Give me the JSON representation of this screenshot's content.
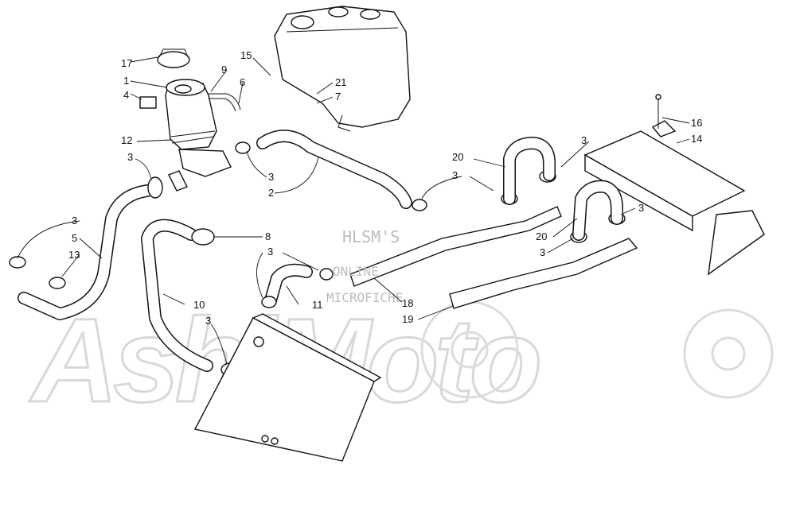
{
  "diagram": {
    "callout_numbers": [
      "1",
      "2",
      "3",
      "4",
      "5",
      "6",
      "7",
      "8",
      "9",
      "10",
      "11",
      "12",
      "13",
      "14",
      "15",
      "16",
      "17",
      "18",
      "19",
      "20",
      "21"
    ]
  },
  "watermark": {
    "brand": "AshiMoto",
    "line1": "HLSM'S",
    "line2": "ONLINE",
    "line3": "MICROFICHE"
  }
}
